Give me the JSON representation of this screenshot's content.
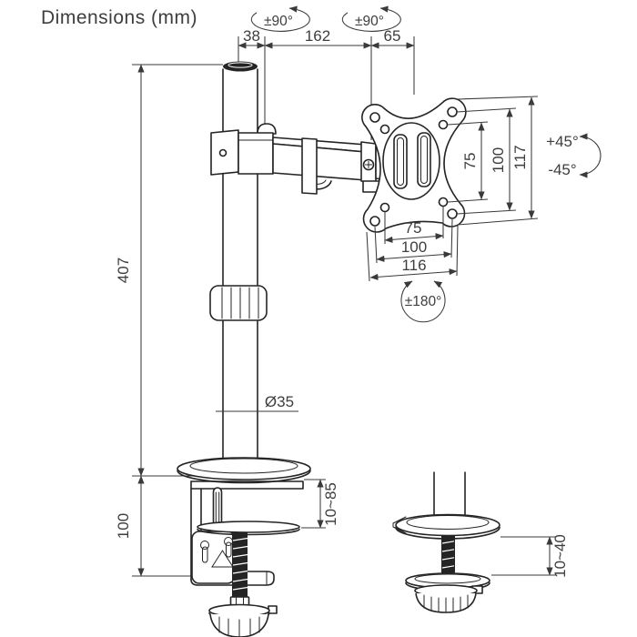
{
  "title": "Dimensions (mm)",
  "colors": {
    "background": "#ffffff",
    "line": "#242424",
    "dimension": "#3a3a3a",
    "text": "#3e3e3e"
  },
  "symbols": {
    "pole_swivel": "±90°",
    "arm_swivel": "±90°",
    "tilt_up": "+45°",
    "tilt_down": "-45°",
    "vesa_rotation": "±180°"
  },
  "dimensions": {
    "top": {
      "pole_to_arm": "38",
      "arm_length": "162",
      "arm_to_vesa": "65"
    },
    "vesa_right": {
      "inner_height": "75",
      "outer_height": "100",
      "plate_height": "117"
    },
    "vesa_bottom": {
      "inner_width": "75",
      "outer_width": "100",
      "plate_width": "116"
    },
    "pole": {
      "height": "407",
      "diameter": "Ø35"
    },
    "clamp": {
      "bracket_height": "100",
      "desk_thickness": "10~85"
    },
    "grommet": {
      "desk_thickness": "10~40"
    }
  }
}
